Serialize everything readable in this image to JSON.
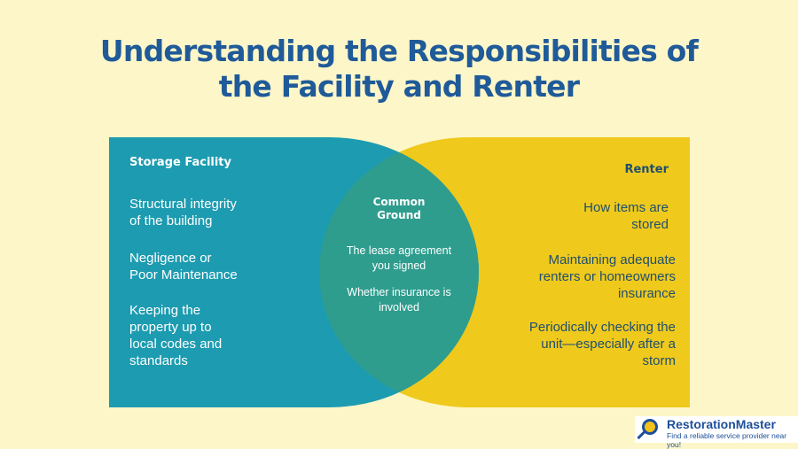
{
  "title": {
    "line1": "Understanding the Responsibilities of",
    "line2": "the Facility and Renter"
  },
  "colors": {
    "background": "#fdf6c8",
    "facility": "#1d9bb0",
    "renter": "#efc91c",
    "overlap": "#2e9d8e",
    "title": "#1f5a99"
  },
  "facility": {
    "heading": "Storage Facility",
    "items": [
      {
        "l1": "Structural integrity",
        "l2": "of the building"
      },
      {
        "l1": "Negligence or",
        "l2": "Poor Maintenance"
      },
      {
        "l1": "Keeping the",
        "l2": "property up to",
        "l3": "local codes and",
        "l4": "standards"
      }
    ]
  },
  "common": {
    "heading_l1": "Common",
    "heading_l2": "Ground",
    "items": [
      {
        "l1": "The lease agreement",
        "l2": "you signed"
      },
      {
        "l1": "Whether insurance is",
        "l2": "involved"
      }
    ]
  },
  "renter": {
    "heading": "Renter",
    "items": [
      {
        "l1": "How items are",
        "l2": "stored"
      },
      {
        "l1": "Maintaining adequate",
        "l2": "renters or homeowners",
        "l3": "insurance"
      },
      {
        "l1": "Periodically checking the",
        "l2": "unit—especially after a",
        "l3": "storm"
      }
    ]
  },
  "logo": {
    "brand": "RestorationMaster",
    "tagline": "Find a reliable service provider near you!"
  }
}
